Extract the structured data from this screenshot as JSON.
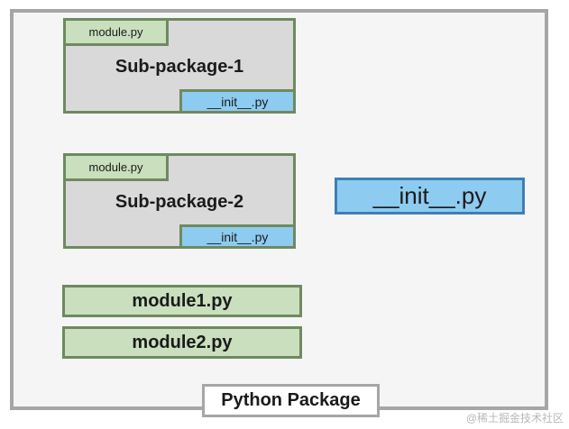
{
  "package": {
    "label": "Python Package",
    "init_file": "__init__.py"
  },
  "subpackages": [
    {
      "name": "Sub-package-1",
      "module_file": "module.py",
      "init_file": "__init__.py"
    },
    {
      "name": "Sub-package-2",
      "module_file": "module.py",
      "init_file": "__init__.py"
    }
  ],
  "modules": [
    "module1.py",
    "module2.py"
  ],
  "watermark": "@稀土掘金技术社区",
  "colors": {
    "frame_border": "#a6a6a6",
    "subpackage_fill": "#d9d9d9",
    "module_fill": "#c9dfbd",
    "module_border": "#6e8a5f",
    "init_fill": "#8ecbf0",
    "init_border": "#3f7fb5"
  }
}
